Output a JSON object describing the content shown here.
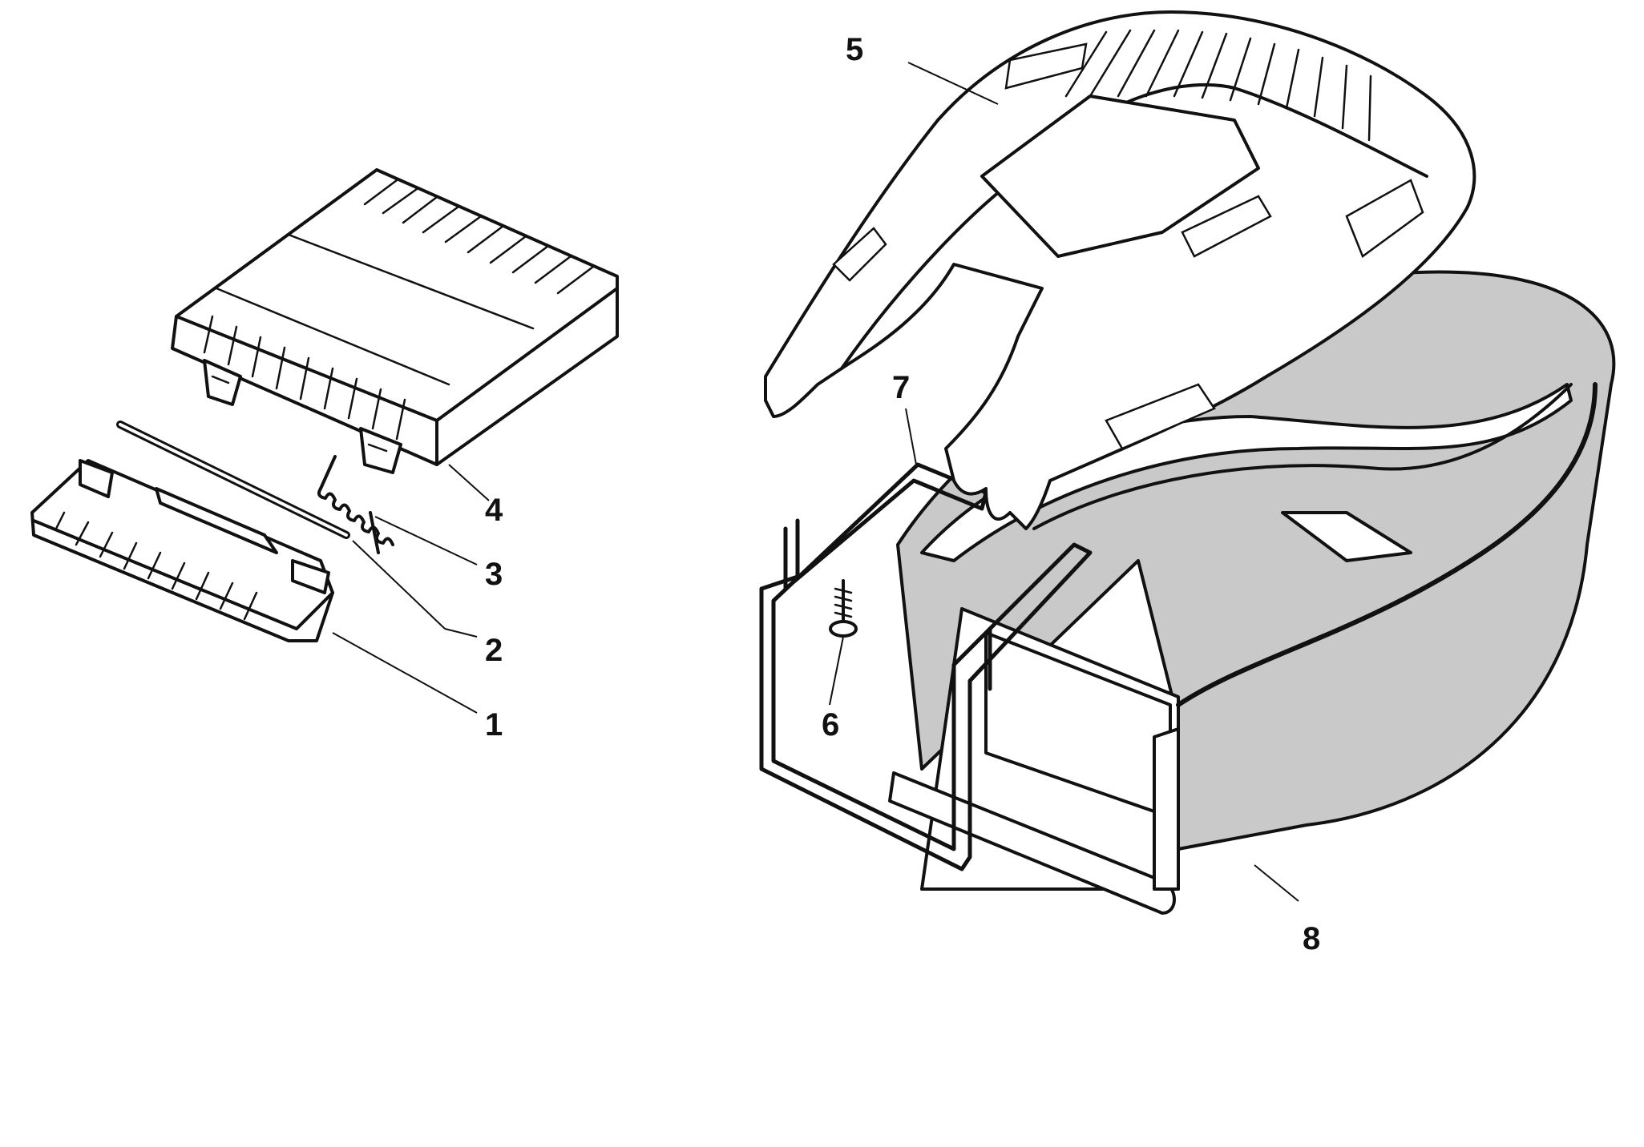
{
  "diagram": {
    "callouts": [
      {
        "id": "1",
        "label": "1"
      },
      {
        "id": "2",
        "label": "2"
      },
      {
        "id": "3",
        "label": "3"
      },
      {
        "id": "4",
        "label": "4"
      },
      {
        "id": "5",
        "label": "5"
      },
      {
        "id": "6",
        "label": "6"
      },
      {
        "id": "7",
        "label": "7"
      },
      {
        "id": "8",
        "label": "8"
      }
    ],
    "colors": {
      "line": "#111111",
      "bag_fabric": "#c9c9c9",
      "background": "#ffffff"
    }
  }
}
